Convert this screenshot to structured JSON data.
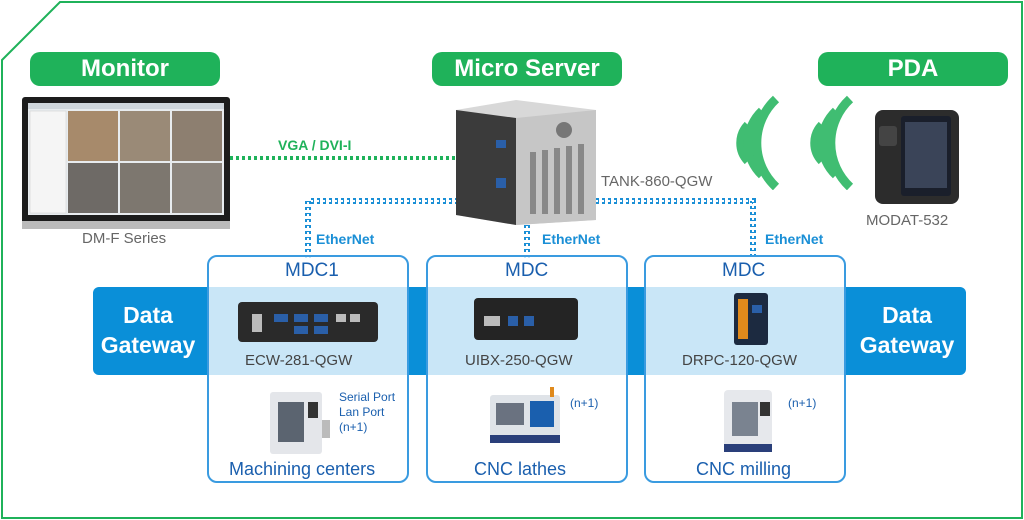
{
  "headers": {
    "monitor": "Monitor",
    "micro_server": "Micro Server",
    "pda": "PDA"
  },
  "devices": {
    "monitor_model": "DM-F Series",
    "server_model": "TANK-860-QGW",
    "pda_model": "MODAT-532"
  },
  "links": {
    "vga": "VGA / DVI-I",
    "ethernet": "EtherNet"
  },
  "gateway": {
    "line1": "Data",
    "line2": "Gateway"
  },
  "mdc_boxes": [
    {
      "title": "MDC1",
      "model": "ECW-281-QGW",
      "machine": "Machining centers",
      "notes": [
        "Serial Port",
        "Lan Port",
        "(n+1)"
      ]
    },
    {
      "title": "MDC",
      "model": "UIBX-250-QGW",
      "machine": "CNC lathes",
      "notes": [
        "(n+1)"
      ]
    },
    {
      "title": "MDC",
      "model": "DRPC-120-QGW",
      "machine": "CNC milling",
      "notes": [
        "(n+1)"
      ]
    }
  ],
  "colors": {
    "green": "#1fb25a",
    "blue": "#0a8fd8",
    "dark_blue": "#1a5fae"
  }
}
